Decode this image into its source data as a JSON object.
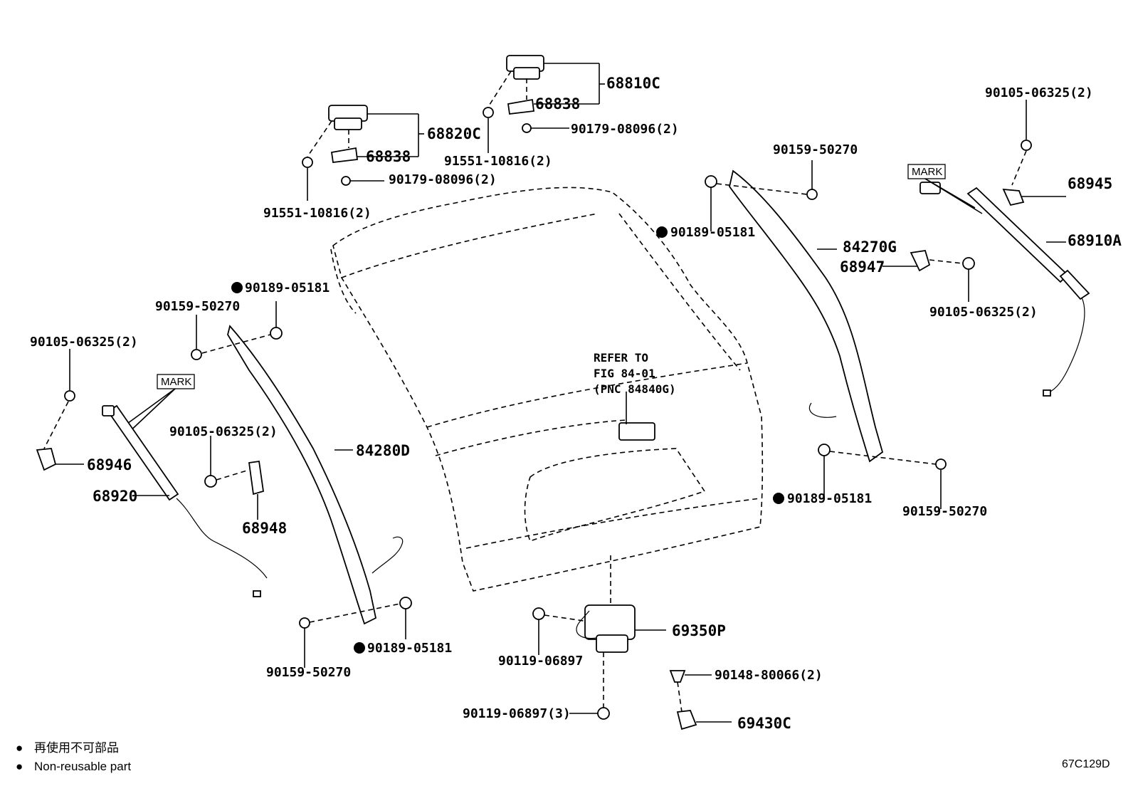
{
  "parts": {
    "p68810C": "68810C",
    "p68838_top": "68838",
    "p90179_top": "90179-08096(2)",
    "p91551_top": "91551-10816(2)",
    "p68820C": "68820C",
    "p68838_left": "68838",
    "p90179_left": "90179-08096(2)",
    "p91551_left": "91551-10816(2)",
    "p90105_tr": "90105-06325(2)",
    "p68945": "68945",
    "p68910A": "68910A",
    "p90159_tr": "90159-50270",
    "p90189_tr": "90189-05181",
    "p84270G": "84270G",
    "p68947": "68947",
    "p90105_r": "90105-06325(2)",
    "p90189_l": "90189-05181",
    "p90159_l": "90159-50270",
    "p90105_l": "90105-06325(2)",
    "p68946": "68946",
    "p68920": "68920",
    "p90105_m": "90105-06325(2)",
    "p84280D": "84280D",
    "p68948": "68948",
    "p90189_r": "90189-05181",
    "p90159_r": "90159-50270",
    "p90159_b": "90159-50270",
    "p90189_b": "90189-05181",
    "p69350P": "69350P",
    "p90119_a": "90119-06897",
    "p90148": "90148-80066(2)",
    "p90119_b": "90119-06897(3)",
    "p69430C": "69430C"
  },
  "marks": {
    "mark_left": "MARK",
    "mark_right": "MARK"
  },
  "refer": {
    "line1": "REFER TO",
    "line2": "FIG 84-01",
    "line3": "(PNC 84840G)"
  },
  "legend": {
    "bullet": "●",
    "jp": "再使用不可部品",
    "en": "Non-reusable part"
  },
  "diagram_code": "67C129D"
}
